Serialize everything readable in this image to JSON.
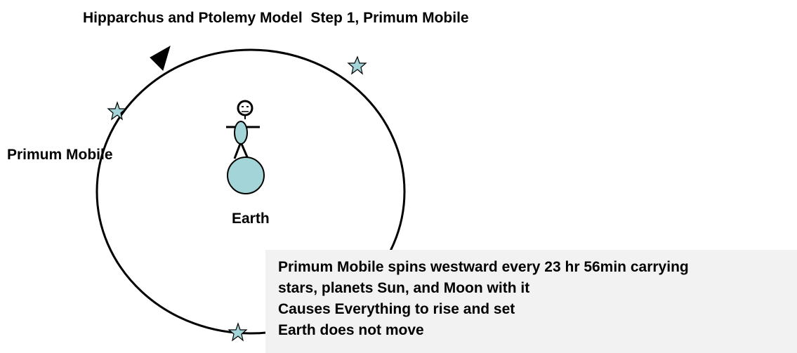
{
  "title": "Hipparchus and Ptolemy Model  Step 1, Primum Mobile",
  "sphere_label": "Primum Mobile",
  "earth_label": "Earth",
  "notes": [
    "Primum Mobile spins westward every 23 hr 56min carrying",
    "stars, planets Sun, and Moon with it",
    "Causes Everything to rise and set",
    "Earth does not move"
  ],
  "colors": {
    "earth_fill": "#a3d5d8",
    "star_fill": "#a3d5d8",
    "person_fill": "#a3d5d8",
    "note_background": "#f2f2f2",
    "line": "#000000"
  },
  "icons": {
    "star": "star-icon",
    "rotation_arrow": "arrowhead-icon",
    "observer": "stick-figure-icon"
  }
}
